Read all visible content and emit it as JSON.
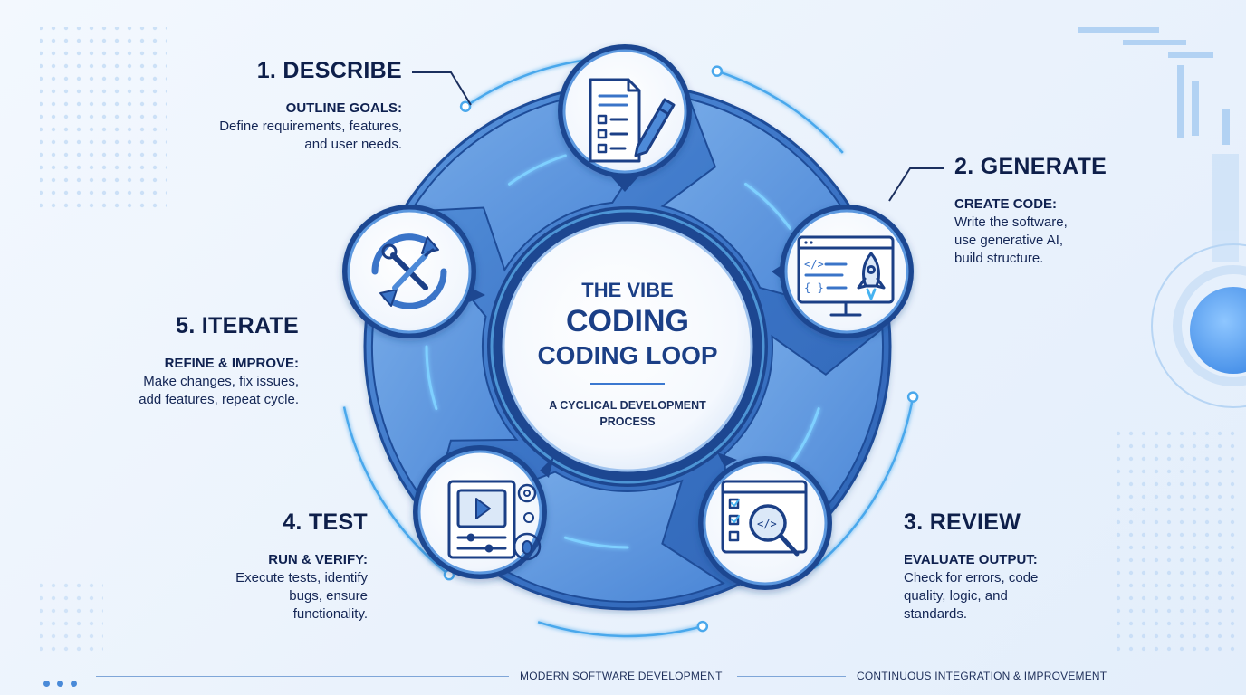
{
  "center": {
    "line1": "THE VIBE",
    "line2": "CODING",
    "line3": "CODING LOOP",
    "tag1": "A CYCLICAL DEVELOPMENT",
    "tag2": "PROCESS"
  },
  "steps": [
    {
      "title": "1. DESCRIBE",
      "subtitle": "OUTLINE GOALS:",
      "desc": [
        "Define requirements, features,",
        "and user needs."
      ],
      "icon": "document-checklist-pen-icon"
    },
    {
      "title": "2. GENERATE",
      "subtitle": "CREATE CODE:",
      "desc": [
        "Write the software,",
        "use generative AI,",
        "build structure."
      ],
      "icon": "monitor-code-rocket-icon"
    },
    {
      "title": "3. REVIEW",
      "subtitle": "EVALUATE OUTPUT:",
      "desc": [
        "Check for errors, code",
        "quality, logic, and",
        "standards."
      ],
      "icon": "code-magnifier-checklist-icon"
    },
    {
      "title": "4. TEST",
      "subtitle": "RUN & VERIFY:",
      "desc": [
        "Execute tests, identify",
        "bugs, ensure",
        "functionality."
      ],
      "icon": "video-gear-bug-icon"
    },
    {
      "title": "5. ITERATE",
      "subtitle": "REFINE & IMPROVE:",
      "desc": [
        "Make changes, fix issues,",
        "add features, repeat cycle."
      ],
      "icon": "cycle-tools-icon"
    }
  ],
  "footer": {
    "left": "MODERN SOFTWARE DEVELOPMENT",
    "right": "CONTINUOUS INTEGRATION & IMPROVEMENT"
  },
  "colors": {
    "navy": "#1b3f86",
    "ring_dark": "#2a5fb0",
    "ring_light": "#4d8ad8",
    "accent": "#47b3f0"
  }
}
